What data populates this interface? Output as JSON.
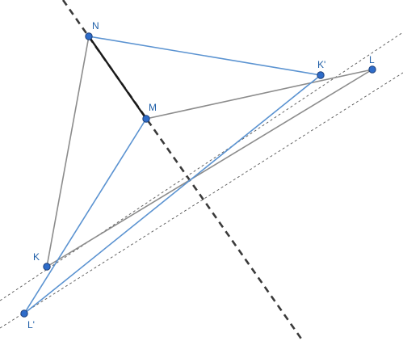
{
  "figure": {
    "points": {
      "N": {
        "label": "N"
      },
      "M": {
        "label": "M"
      },
      "K": {
        "label": "K"
      },
      "L": {
        "label": "L"
      },
      "K_prime": {
        "label": "K'"
      },
      "L_prime": {
        "label": "L'"
      }
    },
    "colors": {
      "background": "#ffffff",
      "original_triangle": "#8c8c8c",
      "image_triangle": "#5b93d1",
      "axis_line": "#3a3a3a",
      "segment_NM": "#1a1a1a",
      "guide_lines": "#555555",
      "point_fill": "#2e6cc9",
      "point_stroke": "#1d3f7a",
      "label_text": "#1f5fa8"
    }
  }
}
